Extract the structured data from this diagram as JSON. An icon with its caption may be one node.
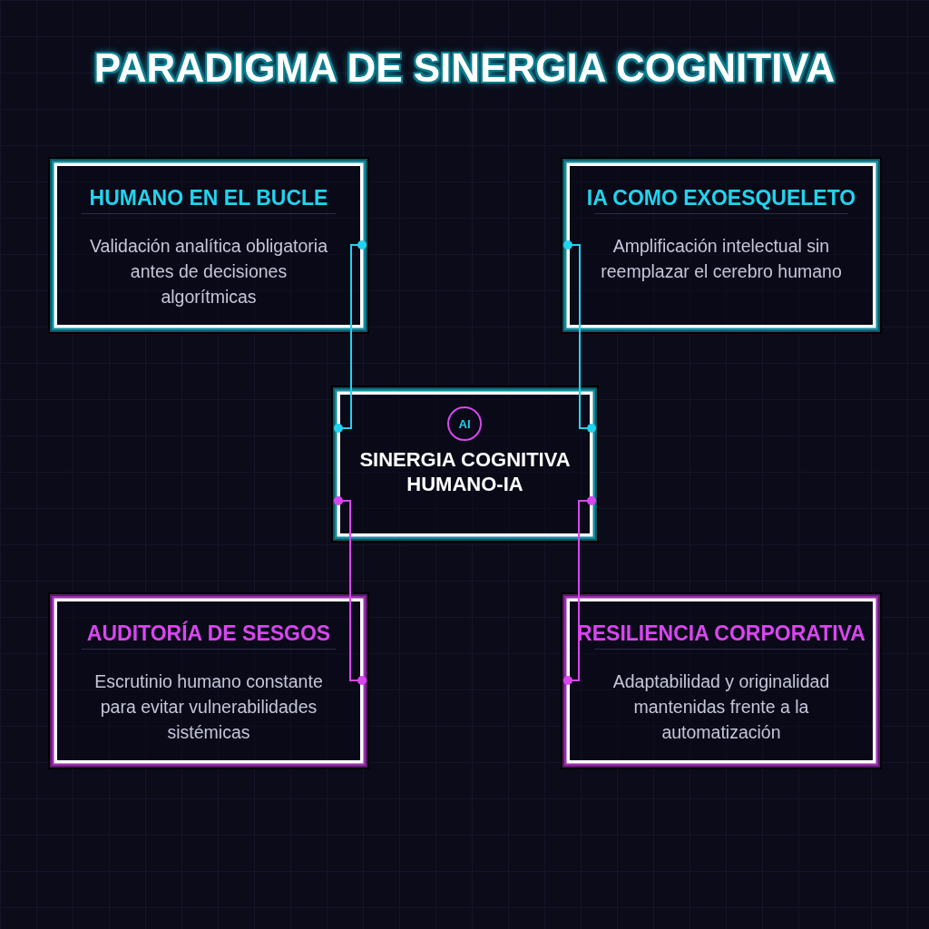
{
  "diagram": {
    "title": "PARADIGMA DE SINERGIA COGNITIVA",
    "nodes": [
      {
        "text": [
          "HUMANO EN EL BUCLE",
          "Validación analítica obligatoria antes de decisiones algorítmicas"
        ]
      },
      {
        "text": [
          "IA COMO EXOESQUELETO",
          "Amplificación intelectual sin reemplazar el cerebro humano"
        ]
      },
      {
        "text": [
          "SINERGIA COGNITIVA HUMANO-IA"
        ]
      },
      {
        "text": [
          "AI"
        ],
        "in": 2
      },
      {
        "text": [
          "AUDITORÍA DE SESGOS",
          "Escrutinio humano constante para evitar vulnerabilidades sistémicas"
        ]
      },
      {
        "text": [
          "RESILIENCIA CORPORATIVA",
          "Adaptabilidad y originalidad mantenidas frente a la automatización"
        ]
      }
    ],
    "edges": [
      {
        "from": 0,
        "to": 2,
        "arrow": "other",
        "color": "#22d3ee"
      },
      {
        "from": 1,
        "to": 2,
        "arrow": "other",
        "color": "#22d3ee"
      },
      {
        "from": 4,
        "to": 2,
        "arrow": "other",
        "color": "#d946ef"
      },
      {
        "from": 5,
        "to": 2,
        "arrow": "other",
        "color": "#d946ef"
      }
    ]
  }
}
